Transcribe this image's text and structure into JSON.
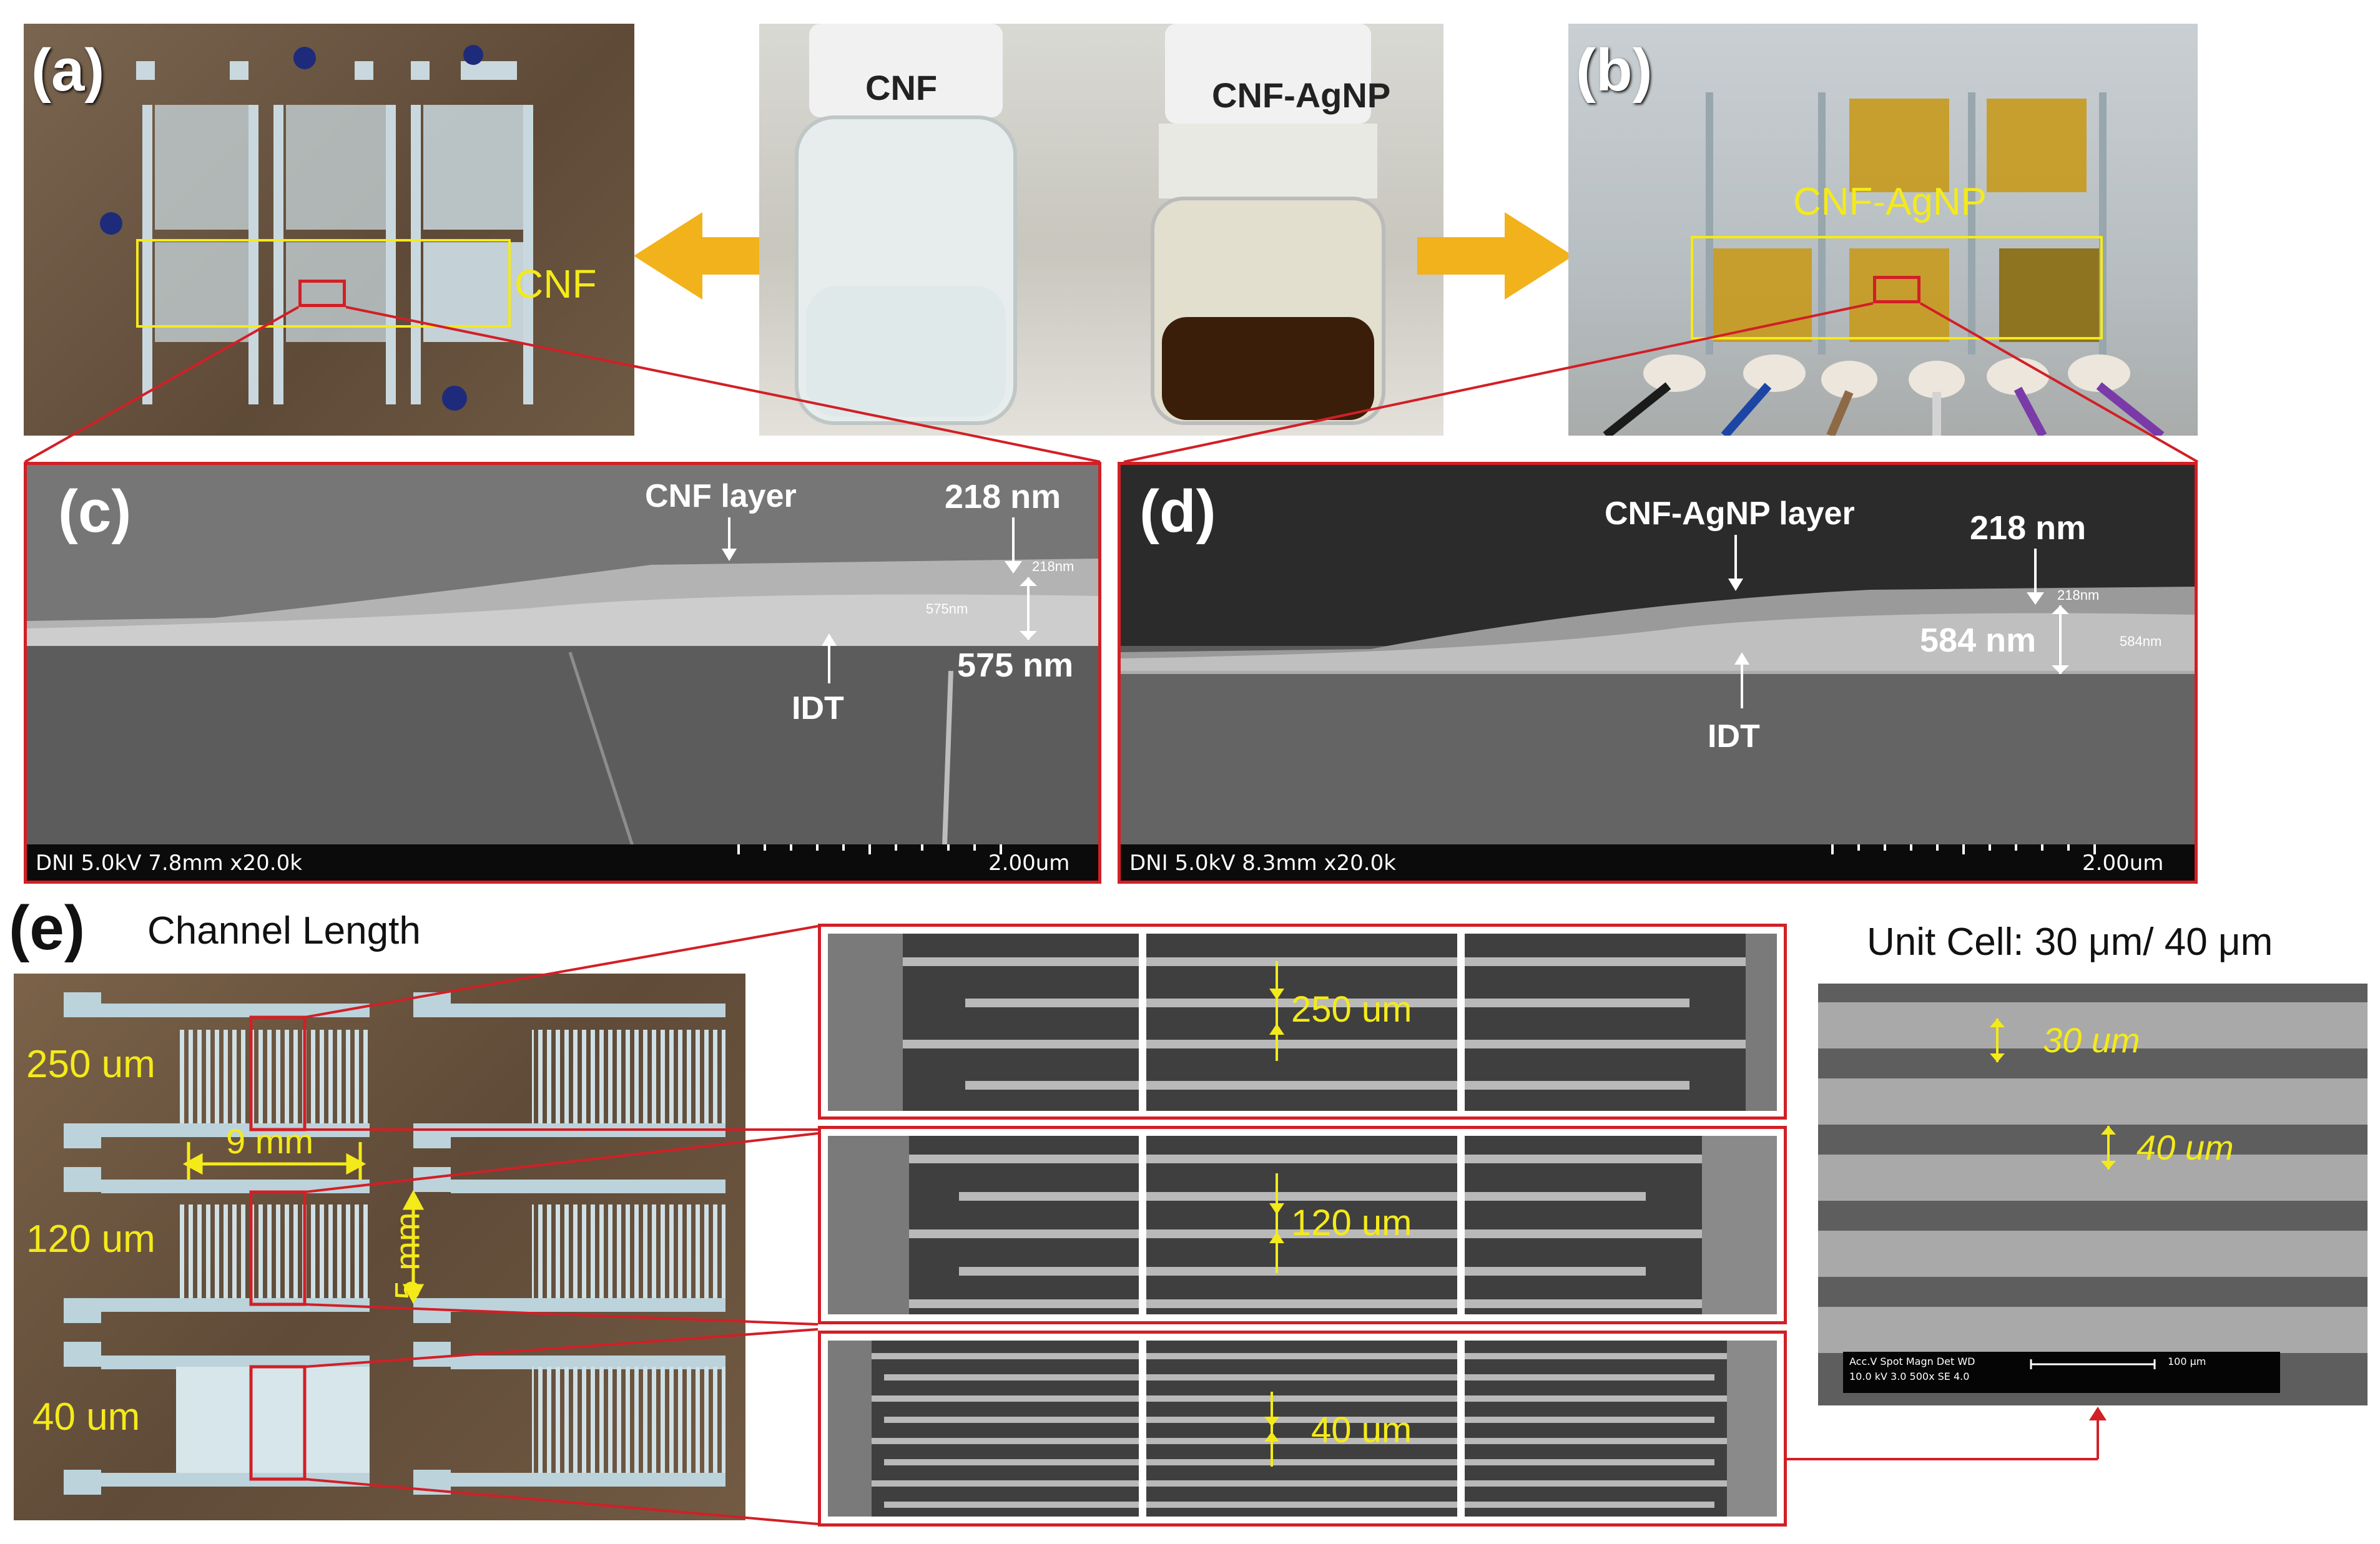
{
  "panels": {
    "a": {
      "label": "(a)",
      "material": "CNF"
    },
    "b": {
      "label": "(b)",
      "material": "CNF-AgNP"
    },
    "c": {
      "label": "(c)",
      "layer": "CNF layer",
      "top_thickness": "218 nm",
      "bottom_thickness": "575 nm",
      "idt": "IDT",
      "inset_top": "218nm",
      "inset_bottom": "575nm",
      "info": "DNI 5.0kV 7.8mm x20.0k",
      "scale": "2.00um"
    },
    "d": {
      "label": "(d)",
      "layer": "CNF-AgNP layer",
      "top_thickness": "218 nm",
      "bottom_thickness": "584 nm",
      "idt": "IDT",
      "inset_top": "218nm",
      "inset_bottom": "584nm",
      "info": "DNI 5.0kV 8.3mm x20.0k",
      "scale": "2.00um"
    },
    "e": {
      "label": "(e)",
      "title": "Channel Length",
      "rows": [
        "250 um",
        "120 um",
        "40 um"
      ],
      "width_dim": "9 mm",
      "height_dim": "5 mm",
      "zoom_labels": [
        "250 um",
        "120 um",
        "40 um"
      ]
    },
    "unit": {
      "title": "Unit Cell: 30 μm/ 40 μm",
      "dim1": "30 um",
      "dim2": "40 um",
      "bar_line1": "Acc.V  Spot Magn   Det  WD",
      "bar_line2": "10.0 kV 3.0  500x    SE  4.0",
      "bar_scale": "100 μm"
    }
  },
  "vials": {
    "left": "CNF",
    "right": "CNF-AgNP"
  },
  "colors": {
    "red": "#d21f26",
    "yellow": "#f4ea1a",
    "arrow": "#f2b21b"
  }
}
